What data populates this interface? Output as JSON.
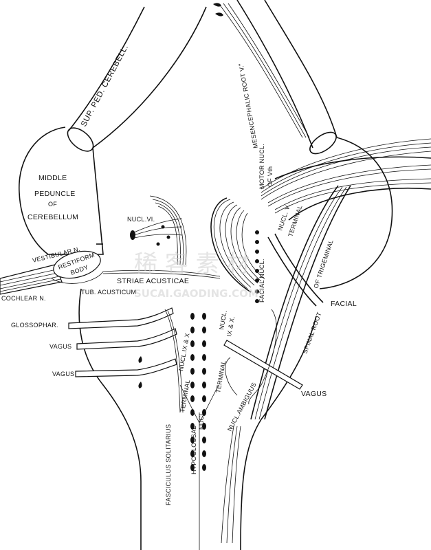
{
  "labels": {
    "sup_ped_cerebell": "SUP. PED. CEREBELL.",
    "middle": "MIDDLE",
    "peduncle": "PEDUNCLE",
    "of": "OF",
    "cerebellum": "CEREBELLUM",
    "vestibular_n": "VESTIBULAR N.",
    "restiform": "RESTIFORM",
    "body": "BODY",
    "cochlear_n": "COCHLEAR N.",
    "tub_acusticum": "TUB. ACUSTICUM",
    "striae_acusticae": "STRIAE ACUSTICAE",
    "glossophar": "GLOSSOPHAR.",
    "vagus_1": "VAGUS",
    "vagus_2": "VAGUS",
    "vagus_3": "VAGUS",
    "nucl_vi": "NUCL.VI.",
    "facial_nucl": "FACIAL NUCL.",
    "terminal_nucl_v": "TERMINAL",
    "nucl_v_line2": "NUCL. V.",
    "motor_nucl": "MOTOR NUCL.",
    "of_vth": "OF Vth",
    "mesencephalic_root": "MESENCEPHALIC ROOT V.\"",
    "of_trigeminal": "OF TRIGEMINAL",
    "spinal_root": "SPINAL ROOT",
    "facial": "FACIAL",
    "nucl_ix_x": "NUCL.IX & X",
    "terminal_a": "TERMINAL",
    "nucl_ix_x_right": "NUCL.",
    "ix_x_right": "IX & X.",
    "terminal_b": "TERMINAL",
    "nucl_ambiguus": "NUCL.AMBIGUUS",
    "hypoglossal": "HYPOGLOSSAL",
    "hypoglossal_nucl": "NUCL.",
    "fasciculus_solitarius": "FASCICULUS SOLITARIUS"
  },
  "watermark": {
    "line1": "稀 客 素 材",
    "line2": "SUCAI.GAODING.COM"
  },
  "colors": {
    "ink": "#111111",
    "paper": "#ffffff",
    "watermark": "#cfcfcf"
  }
}
